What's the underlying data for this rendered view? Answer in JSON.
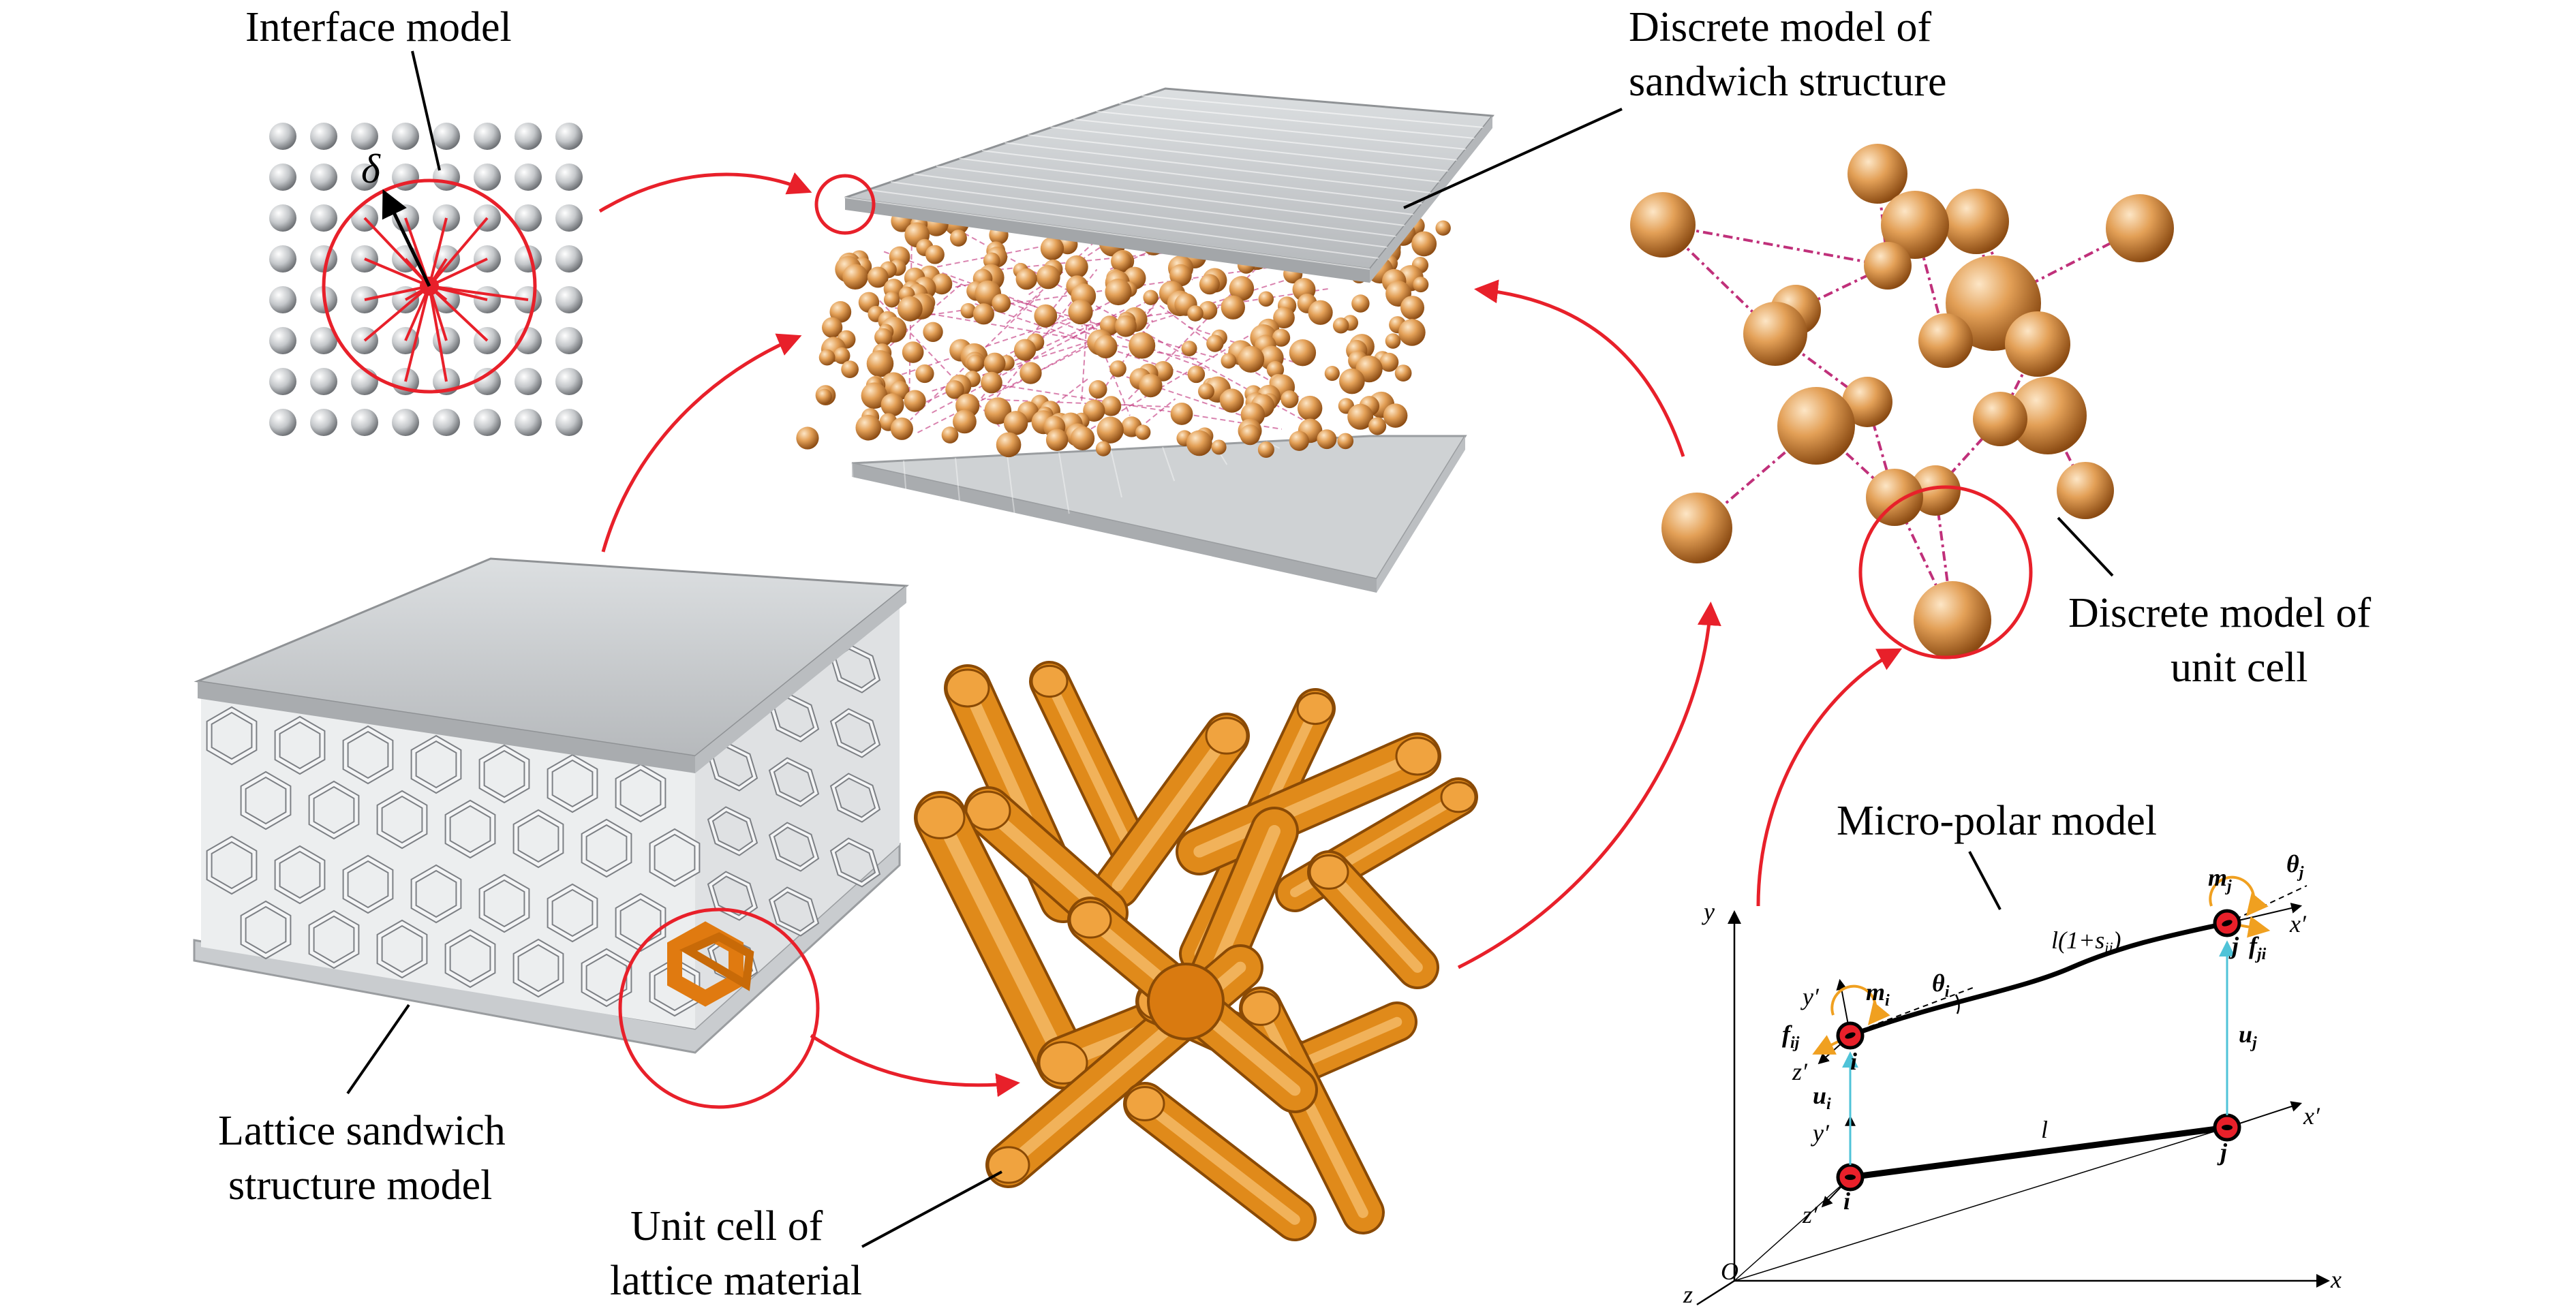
{
  "labels": {
    "interface_model": "Interface model",
    "discrete_sandwich_1": "Discrete model of",
    "discrete_sandwich_2": "sandwich structure",
    "discrete_unit_1": "Discrete model of",
    "discrete_unit_2": "unit cell",
    "lattice_sandwich_1": "Lattice sandwich",
    "lattice_sandwich_2": "structure model",
    "unit_cell_1": "Unit cell of",
    "unit_cell_2": "lattice material",
    "micro_polar": "Micro-polar model"
  },
  "symbols": {
    "delta": "δ",
    "axis_y": "y",
    "axis_x": "x",
    "axis_z": "z",
    "origin": "O",
    "node_i": "i",
    "node_j": "j",
    "node_i2": "i",
    "node_j2": "j",
    "length_l": "l",
    "deformed_length": "l(1+s",
    "deformed_length_sub": "ij",
    "deformed_length_end": ")",
    "m_i": "m",
    "m_i_sub": "i",
    "m_j": "m",
    "m_j_sub": "j",
    "theta_i": "θ",
    "theta_i_sub": "i",
    "theta_j": "θ",
    "theta_j_sub": "j",
    "f_ij": "f",
    "f_ij_sub": "ij",
    "f_ji": "f",
    "f_ji_sub": "ji",
    "u_i": "u",
    "u_i_sub": "i",
    "u_j": "u",
    "u_j_sub": "j",
    "x_prime_top": "x′",
    "y_prime_top": "y′",
    "z_prime_top": "z′",
    "x_prime_bot": "x′",
    "y_prime_bot": "y′",
    "z_prime_bot": "z′"
  },
  "colors": {
    "arrow": "#e8202a",
    "sphere_gray": "#b9bcbf",
    "sphere_orange": "#d98a3a",
    "strut_orange": "#e08a1a",
    "plate_gray": "#c9cccf",
    "lattice_gray": "#d6d8da",
    "bond_pink": "#c0307a",
    "cyan_vec": "#4fc3d8",
    "orange_moment": "#f0a020"
  }
}
